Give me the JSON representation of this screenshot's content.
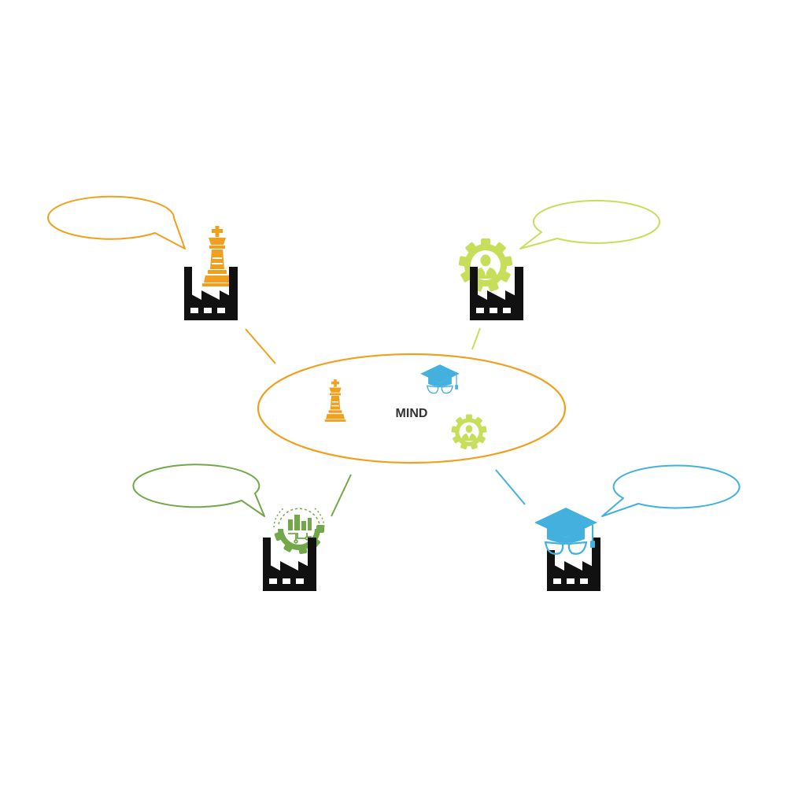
{
  "center": {
    "label": "MIND",
    "color": "#F0A01E"
  },
  "colors": {
    "factory": "#111111",
    "strategy": "#F0A01E",
    "hr": "#C7DE5B",
    "digital": "#72A84A",
    "education": "#44B0DE"
  },
  "nodes": [
    {
      "id": "strategy",
      "icon": "chess-king-icon",
      "color": "#F0A01E",
      "bubble_text": ""
    },
    {
      "id": "hr",
      "icon": "person-gear-icon",
      "color": "#C7DE5B",
      "bubble_text": ""
    },
    {
      "id": "digital",
      "icon": "city-gear-icon",
      "color": "#72A84A",
      "bubble_text": ""
    },
    {
      "id": "education",
      "icon": "graduation-cap-glasses-icon",
      "color": "#44B0DE",
      "bubble_text": ""
    }
  ]
}
